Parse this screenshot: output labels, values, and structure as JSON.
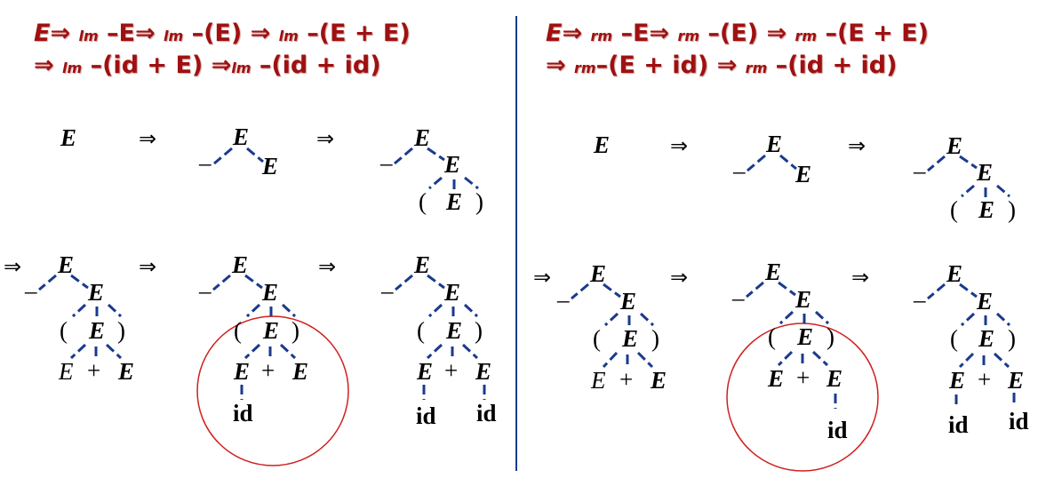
{
  "left_panel": {
    "line1": {
      "e1": "E",
      "a1": "⇒",
      "s1": "lm",
      "t1": "–E",
      "a2": "⇒",
      "s2": "lm",
      "t2": "–(E)",
      "a3": "⇒",
      "s3": "lm",
      "t3": "–(E + E)"
    },
    "line2": {
      "a1": "⇒",
      "s1": "lm",
      "t1": "–(id + E)",
      "a2": "⇒",
      "s2": "lm",
      "t2": "–(id + id)"
    }
  },
  "right_panel": {
    "line1": {
      "e1": "E",
      "a1": "⇒",
      "s1": "rm",
      "t1": "–E",
      "a2": "⇒",
      "s2": "rm",
      "t2": "–(E)",
      "a3": "⇒",
      "s3": "rm",
      "t3": "–(E + E)"
    },
    "line2": {
      "a1": "⇒",
      "s1": "rm",
      "t1": "–(E + id)",
      "a2": "⇒",
      "s2": "rm",
      "t2": "–(id + id)"
    }
  },
  "symbols": {
    "E": "E",
    "minus": "–",
    "lparen": "(",
    "rparen": ")",
    "plus": "+",
    "id": "id",
    "arrow": "⇒"
  },
  "colors": {
    "derivation_text": "#a01010",
    "tree_edges": "#1a3a8c",
    "divider": "#1a3a8c",
    "highlight_circle": "#d02020"
  }
}
